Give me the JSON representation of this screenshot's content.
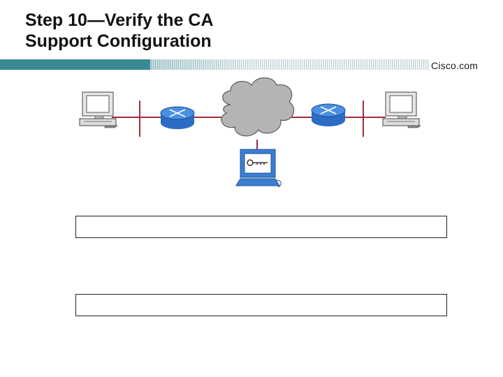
{
  "slide": {
    "title_line1": "Step 10—Verify the CA",
    "title_line2": "Support Configuration"
  },
  "branding": {
    "logo_text": "Cisco.com",
    "accent_color": "#3c8c96"
  },
  "diagram": {
    "link_color": "#a22a3a",
    "nodes": [
      "workstation-left",
      "router-left",
      "internet-cloud",
      "router-right",
      "workstation-right",
      "ca-server"
    ]
  },
  "content_boxes": [
    {
      "text": ""
    },
    {
      "text": ""
    }
  ]
}
